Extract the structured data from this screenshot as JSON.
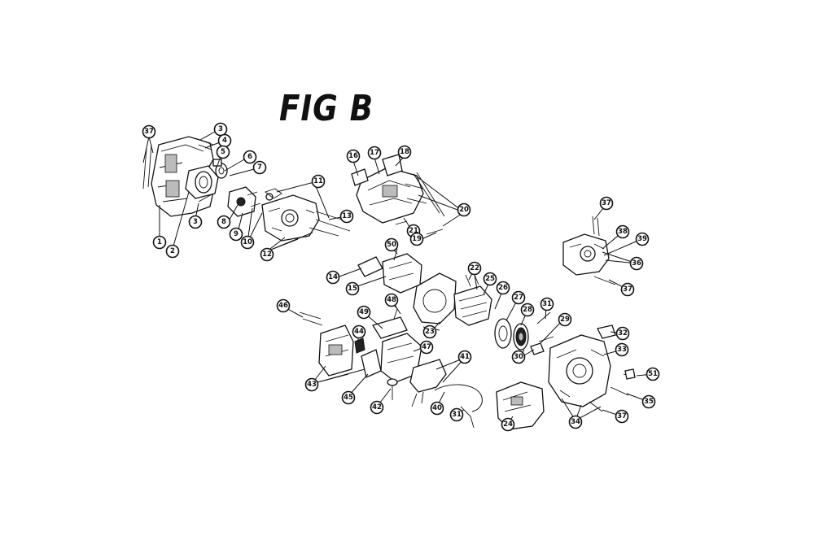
{
  "figure": {
    "title": "FIG B"
  },
  "callouts": [
    {
      "id": "c-37a",
      "label": "37"
    },
    {
      "id": "c-3a",
      "label": "3"
    },
    {
      "id": "c-4",
      "label": "4"
    },
    {
      "id": "c-5",
      "label": "5"
    },
    {
      "id": "c-6",
      "label": "6"
    },
    {
      "id": "c-7",
      "label": "7"
    },
    {
      "id": "c-3b",
      "label": "3"
    },
    {
      "id": "c-8",
      "label": "8"
    },
    {
      "id": "c-9",
      "label": "9"
    },
    {
      "id": "c-10",
      "label": "10"
    },
    {
      "id": "c-11",
      "label": "11"
    },
    {
      "id": "c-12",
      "label": "12"
    },
    {
      "id": "c-13",
      "label": "13"
    },
    {
      "id": "c-1",
      "label": "1"
    },
    {
      "id": "c-2",
      "label": "2"
    },
    {
      "id": "c-16",
      "label": "16"
    },
    {
      "id": "c-17",
      "label": "17"
    },
    {
      "id": "c-18",
      "label": "18"
    },
    {
      "id": "c-20",
      "label": "20"
    },
    {
      "id": "c-21",
      "label": "21"
    },
    {
      "id": "c-19",
      "label": "19"
    },
    {
      "id": "c-50",
      "label": "50"
    },
    {
      "id": "c-14",
      "label": "14"
    },
    {
      "id": "c-15",
      "label": "15"
    },
    {
      "id": "c-22",
      "label": "22"
    },
    {
      "id": "c-25",
      "label": "25"
    },
    {
      "id": "c-26",
      "label": "26"
    },
    {
      "id": "c-27",
      "label": "27"
    },
    {
      "id": "c-28",
      "label": "28"
    },
    {
      "id": "c-31a",
      "label": "31"
    },
    {
      "id": "c-29",
      "label": "29"
    },
    {
      "id": "c-30",
      "label": "30"
    },
    {
      "id": "c-23",
      "label": "23"
    },
    {
      "id": "c-48",
      "label": "48"
    },
    {
      "id": "c-49",
      "label": "49"
    },
    {
      "id": "c-47",
      "label": "47"
    },
    {
      "id": "c-46",
      "label": "46"
    },
    {
      "id": "c-44",
      "label": "44"
    },
    {
      "id": "c-43",
      "label": "43"
    },
    {
      "id": "c-45",
      "label": "45"
    },
    {
      "id": "c-42",
      "label": "42"
    },
    {
      "id": "c-41",
      "label": "41"
    },
    {
      "id": "c-40",
      "label": "40"
    },
    {
      "id": "c-31b",
      "label": "31"
    },
    {
      "id": "c-24",
      "label": "24"
    },
    {
      "id": "c-37b",
      "label": "37"
    },
    {
      "id": "c-38",
      "label": "38"
    },
    {
      "id": "c-39",
      "label": "39"
    },
    {
      "id": "c-36",
      "label": "36"
    },
    {
      "id": "c-37c",
      "label": "37"
    },
    {
      "id": "c-32",
      "label": "32"
    },
    {
      "id": "c-33",
      "label": "33"
    },
    {
      "id": "c-51",
      "label": "51"
    },
    {
      "id": "c-35",
      "label": "35"
    },
    {
      "id": "c-34",
      "label": "34"
    },
    {
      "id": "c-37d",
      "label": "37"
    }
  ]
}
